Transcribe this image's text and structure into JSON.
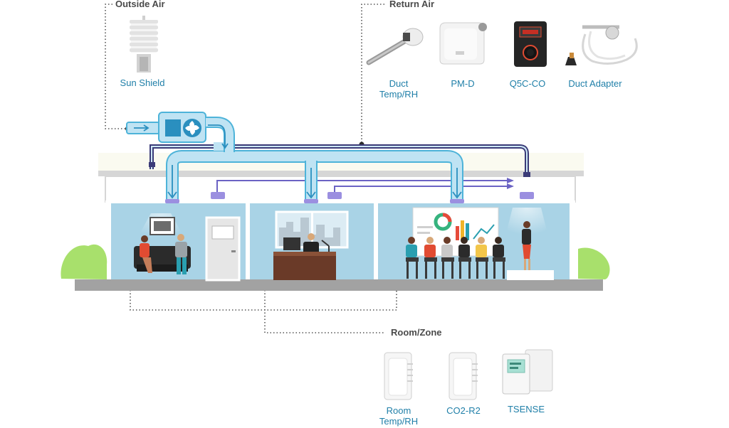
{
  "sections": {
    "outside_air": "Outside Air",
    "return_air": "Return Air",
    "room_zone": "Room/Zone"
  },
  "devices": {
    "sun_shield": "Sun Shield",
    "duct_temp_rh": [
      "Duct",
      "Temp/RH"
    ],
    "pm_d": "PM-D",
    "q5c_co": "Q5C-CO",
    "duct_adapter": "Duct Adapter",
    "room_temp_rh": [
      "Room",
      "Temp/RH"
    ],
    "co2_r2": "CO2-R2",
    "tsense": "TSENSE"
  },
  "colors": {
    "duct_supply": "#bfe3f3",
    "duct_outline": "#4db3d9",
    "return_duct": "#3b3b78",
    "room_fill": "#a9d3e6",
    "label_blue": "#1f7fa8",
    "header_gray": "#4a4a4a",
    "bush_green": "#a8e06c",
    "diffuser_purple": "#9b8fe0"
  }
}
